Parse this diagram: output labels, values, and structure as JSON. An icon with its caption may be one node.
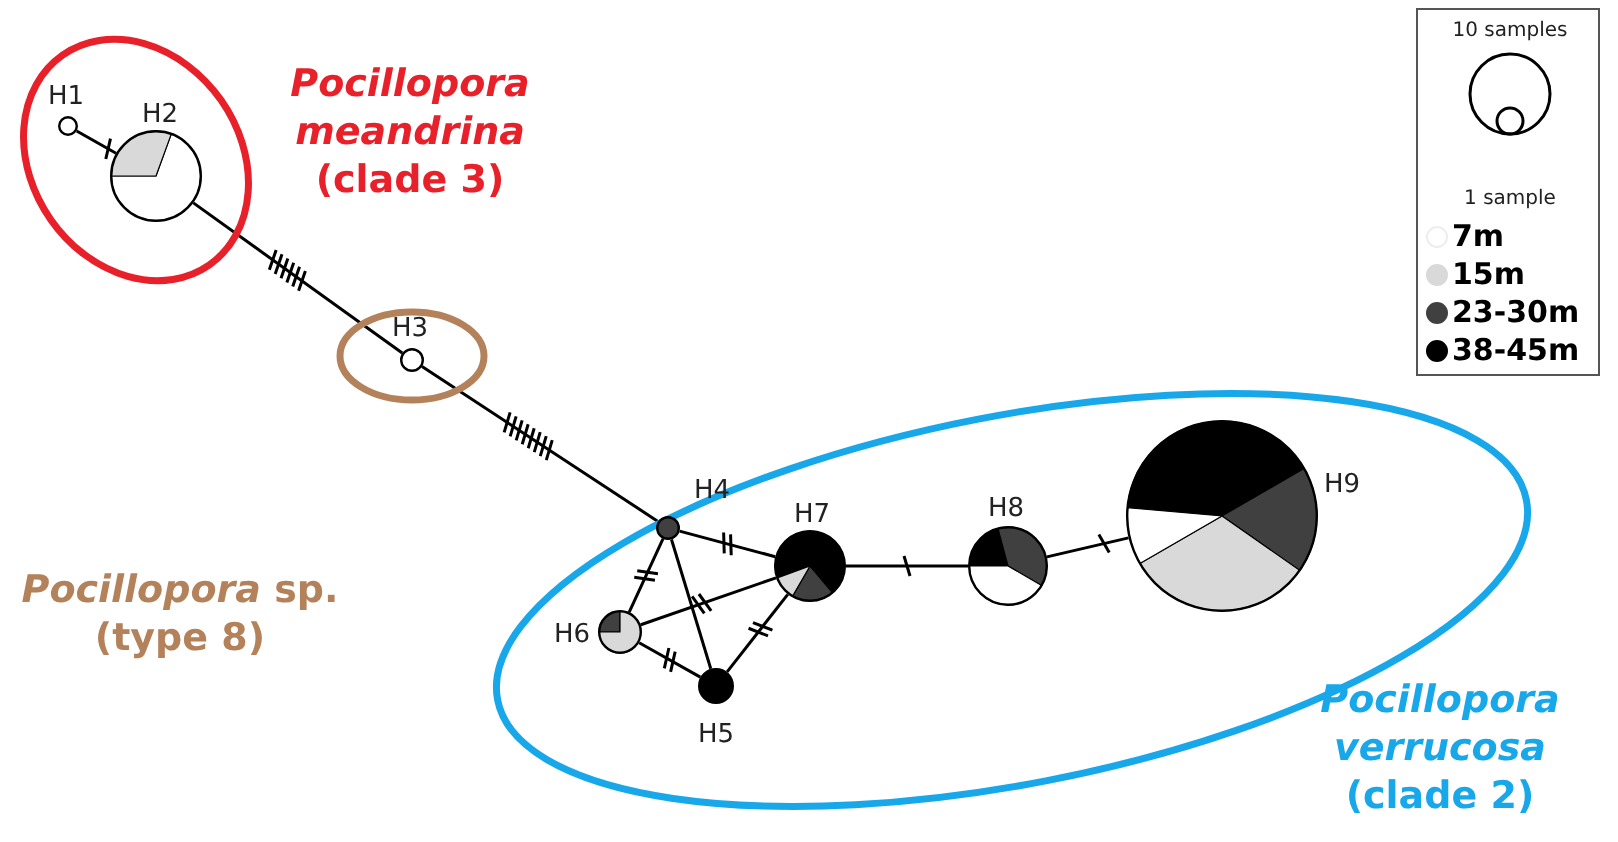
{
  "diagram": {
    "nodes": [
      {
        "text": [
          "*Pocillopora meandrina* (clade 3)"
        ]
      },
      {
        "text": [],
        "shape": "circle",
        "in": 0,
        "beside": [
          "H1"
        ]
      },
      {
        "text": [],
        "shape": "circle",
        "in": 0,
        "beside": [
          "H2"
        ]
      },
      {
        "text": [
          "*Pocillopora* sp. (type 8)"
        ]
      },
      {
        "text": [],
        "shape": "circle",
        "in": 3,
        "beside": [
          "H3"
        ]
      },
      {
        "text": [
          "*Pocillopora verrucosa* (clade 2)"
        ]
      },
      {
        "text": [],
        "shape": "circle",
        "in": 5,
        "beside": [
          "H4"
        ]
      },
      {
        "text": [],
        "shape": "circle",
        "in": 5,
        "beside": [
          "H7"
        ]
      },
      {
        "text": [],
        "shape": "circle",
        "in": 5,
        "beside": [
          "H8"
        ]
      },
      {
        "text": [],
        "shape": "circle",
        "in": 5,
        "beside": [
          "H9"
        ]
      },
      {
        "text": [],
        "shape": "circle",
        "in": 5,
        "beside": [
          "H6"
        ]
      },
      {
        "text": [],
        "shape": "circle",
        "in": 5,
        "beside": [
          "H5"
        ]
      }
    ],
    "edges": [
      {
        "from": 1,
        "to": 2,
        "arrow": "none"
      },
      {
        "from": 2,
        "to": 4,
        "arrow": "none"
      },
      {
        "from": 4,
        "to": 6,
        "arrow": "none"
      },
      {
        "from": 6,
        "to": 7,
        "arrow": "none"
      },
      {
        "from": 6,
        "to": 10,
        "arrow": "none"
      },
      {
        "from": 6,
        "to": 11,
        "arrow": "none"
      },
      {
        "from": 10,
        "to": 7,
        "arrow": "none"
      },
      {
        "from": 10,
        "to": 11,
        "arrow": "none"
      },
      {
        "from": 11,
        "to": 7,
        "arrow": "none"
      },
      {
        "from": 7,
        "to": 8,
        "arrow": "none"
      },
      {
        "from": 8,
        "to": 9,
        "arrow": "none"
      }
    ],
    "labels": [
      "10 samples",
      "1 sample"
    ],
    "legend": [
      {
        "text": "7m",
        "color": "#ffffff"
      },
      {
        "text": "15m",
        "color": "#d9d9d9"
      },
      {
        "text": "23-30m",
        "color": "#404040"
      },
      {
        "text": "38-45m",
        "color": "#000000"
      }
    ]
  }
}
